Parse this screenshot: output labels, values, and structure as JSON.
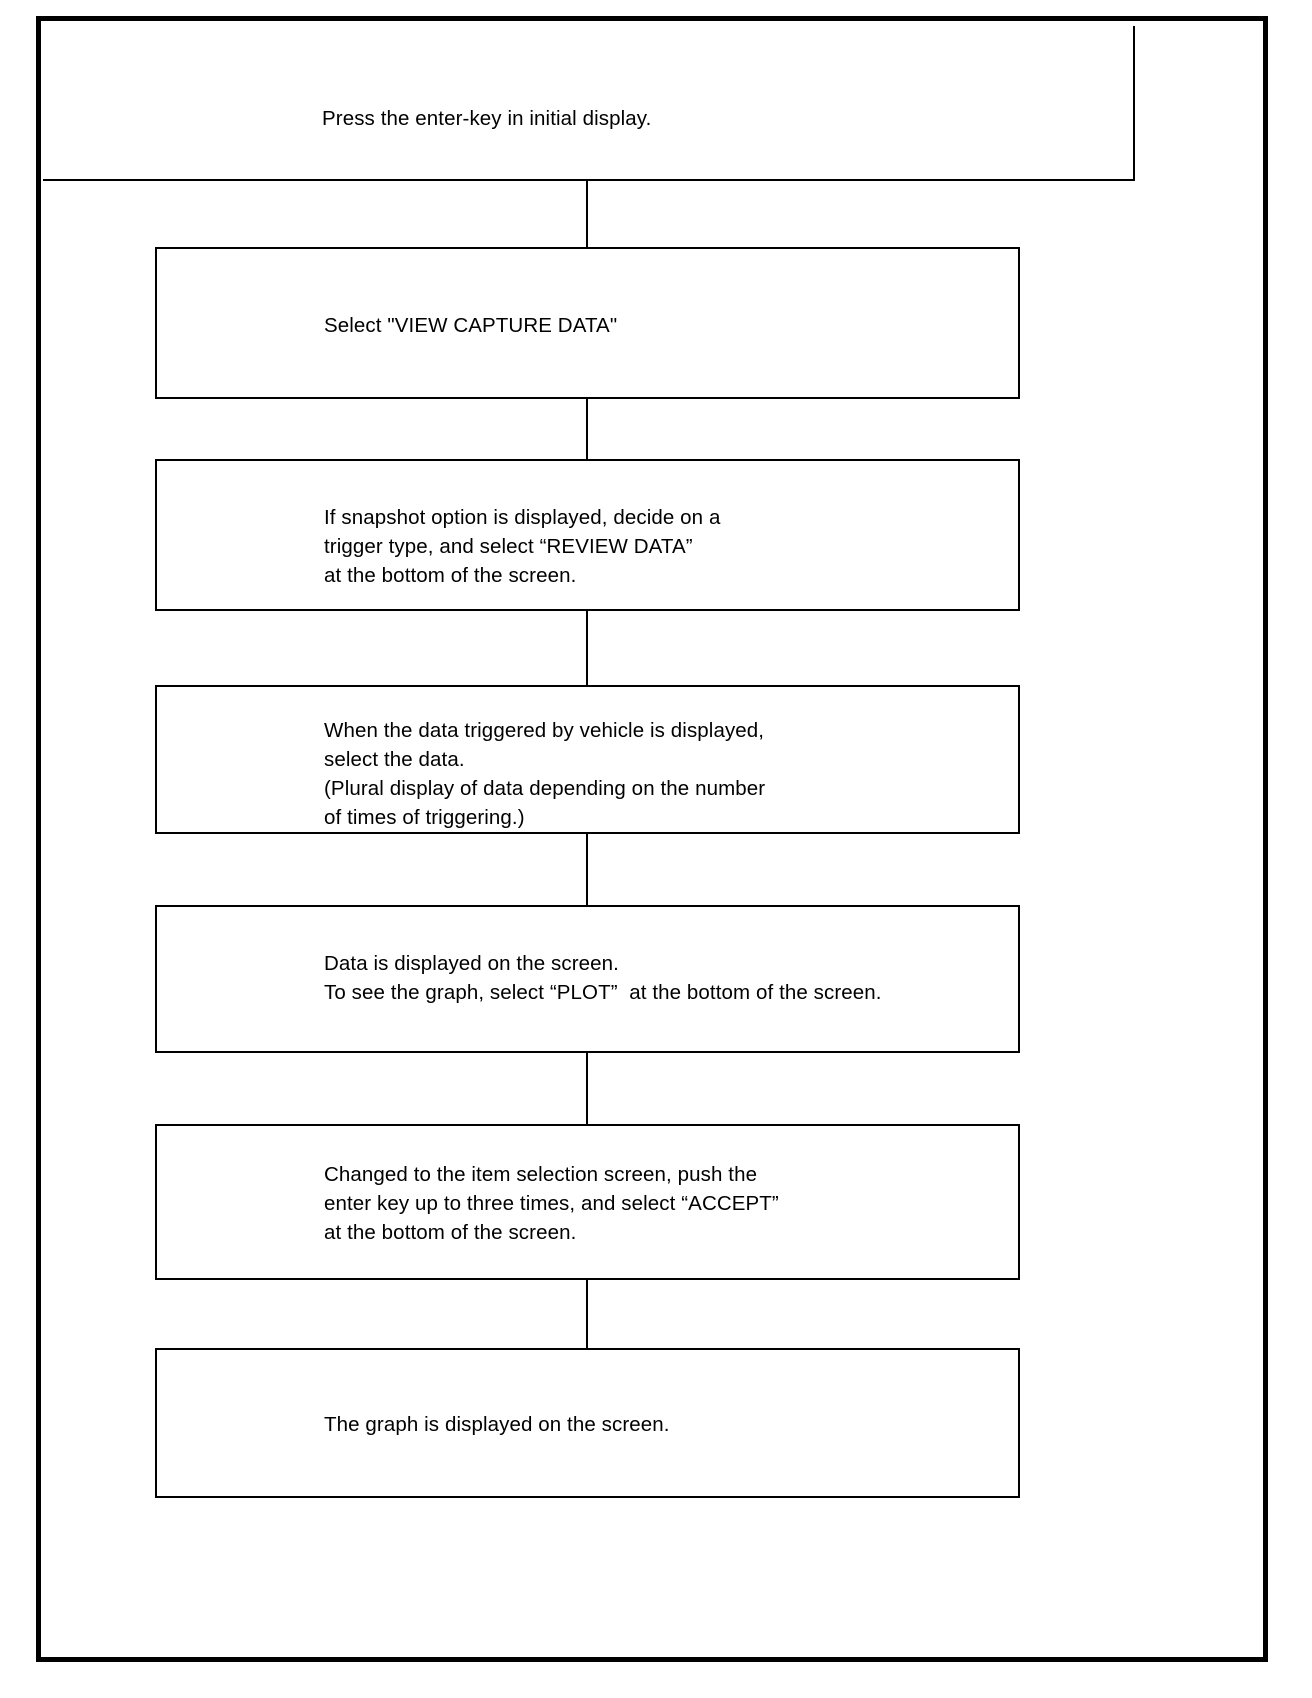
{
  "document": {
    "type": "flowchart",
    "title": "Capture data review procedure flow"
  },
  "flowchart": {
    "steps": [
      {
        "id": "step-1",
        "order": 1,
        "text": "Press the enter-key in initial display."
      },
      {
        "id": "step-2",
        "order": 2,
        "text": "Select \"VIEW CAPTURE DATA\""
      },
      {
        "id": "step-3",
        "order": 3,
        "text": "If snapshot option is displayed, decide on a\ntrigger type, and select “REVIEW DATA”\nat the bottom of the screen."
      },
      {
        "id": "step-4",
        "order": 4,
        "text": "When the data triggered by vehicle is displayed,\nselect the data.\n(Plural display of data depending on the number\nof times of triggering.)"
      },
      {
        "id": "step-5",
        "order": 5,
        "text": "Data is displayed on the screen.\nTo see the graph, select “PLOT”  at the bottom of the screen."
      },
      {
        "id": "step-6",
        "order": 6,
        "text": "Changed to the item selection screen, push the\nenter key up to three times, and select “ACCEPT”\nat the bottom of the screen."
      },
      {
        "id": "step-7",
        "order": 7,
        "text": "The graph is displayed on the screen."
      }
    ],
    "connectors": [
      {
        "id": "connector-1",
        "from": "step-1",
        "to": "step-2"
      },
      {
        "id": "connector-2",
        "from": "step-2",
        "to": "step-3"
      },
      {
        "id": "connector-3",
        "from": "step-3",
        "to": "step-4"
      },
      {
        "id": "connector-4",
        "from": "step-4",
        "to": "step-5"
      },
      {
        "id": "connector-5",
        "from": "step-5",
        "to": "step-6"
      },
      {
        "id": "connector-6",
        "from": "step-6",
        "to": "step-7"
      }
    ]
  },
  "colors": {
    "background": "#ffffff",
    "stroke": "#000000",
    "text": "#000000"
  }
}
